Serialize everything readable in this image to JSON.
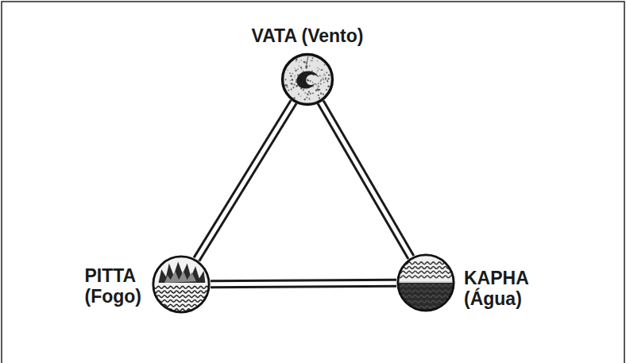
{
  "diagram": {
    "nodes": [
      {
        "text": [
          "VATA (Vento)"
        ]
      },
      {
        "text": [
          "PITTA (Fogo)"
        ]
      },
      {
        "text": [
          "KAPHA (Água)"
        ]
      }
    ],
    "edges": [
      {
        "from": 0,
        "to": 1,
        "arrow": "none"
      },
      {
        "from": 0,
        "to": 2,
        "arrow": "none"
      },
      {
        "from": 1,
        "to": 2,
        "arrow": "none"
      }
    ]
  }
}
